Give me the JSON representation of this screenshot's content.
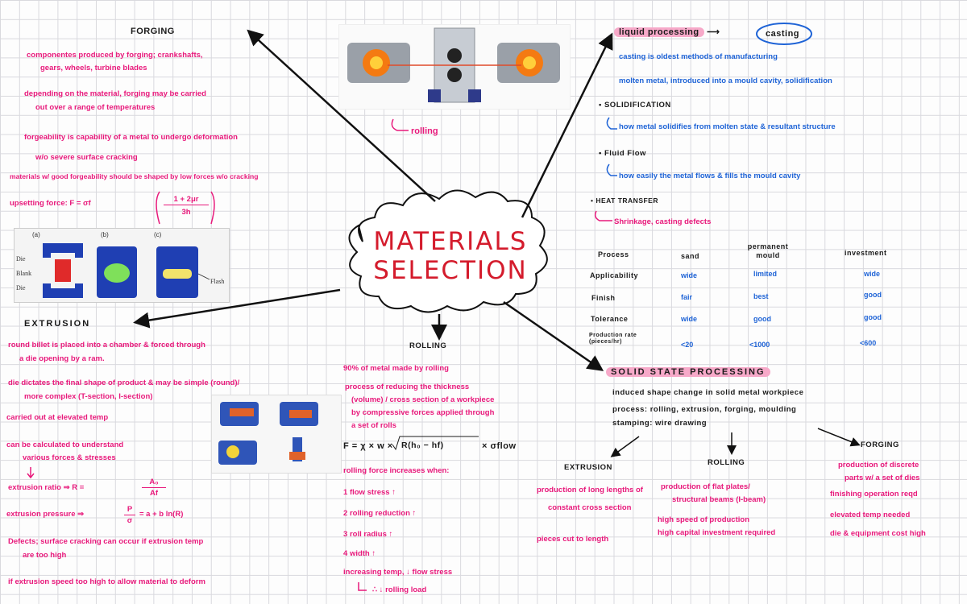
{
  "center": {
    "line1": "MATERIALS",
    "line2": "SELECTION"
  },
  "forging": {
    "title": "FORGING",
    "items": [
      "componentes produced by forging; crankshafts,",
      "gears, wheels, turbine blades",
      "depending on the material, forging may be carried",
      "out over a range of temperatures",
      "forgeability is capability of a metal to undergo deformation",
      "w/o severe surface cracking",
      "materials w/ good forgeability should be shaped by low forces w/o cracking",
      "upsetting force: F = σf"
    ],
    "formula_num": "1 + 2μr",
    "formula_den": "3h",
    "fig_labels": [
      "(a)",
      "(b)",
      "(c)"
    ],
    "fig_die_top": "Die",
    "fig_blank": "Blank",
    "fig_die_bottom": "Die",
    "fig_flash": "Flash"
  },
  "rolling_image_label": "rolling",
  "liquid": {
    "title": "liquid processing",
    "casting": "casting",
    "items": [
      "casting is oldest methods of manufacturing",
      "molten metal, introduced into a mould cavity, solidification"
    ],
    "solid_title": "SOLIDIFICATION",
    "solid_desc": "how metal solidifies from molten state & resultant structure",
    "flow_title": "Fluid Flow",
    "flow_desc": "how easily the metal flows & fills the mould cavity",
    "heat_title": "HEAT TRANSFER",
    "heat_desc": "Shrinkage, casting defects"
  },
  "table": {
    "headers": [
      "Process",
      "sand",
      "permanent mould",
      "investment"
    ],
    "rows": [
      [
        "Applicability",
        "wide",
        "limited",
        "wide"
      ],
      [
        "Finish",
        "fair",
        "best",
        "good"
      ],
      [
        "Tolerance",
        "wide",
        "good",
        "good"
      ],
      [
        "Production rate (pieces/hr)",
        "<20",
        "<1000",
        "<600"
      ]
    ]
  },
  "solid_state": {
    "title": "SOLID STATE PROCESSING",
    "items": [
      "induced shape change in solid metal workpiece",
      "process: rolling, extrusion, forging, moulding",
      "stamping: wire drawing"
    ],
    "extrusion": {
      "title": "EXTRUSION",
      "items": [
        "production of long lengths of",
        "constant cross section",
        "pieces cut to length"
      ]
    },
    "rolling": {
      "title": "ROLLING",
      "items": [
        "production of flat plates/",
        "structural beams (I-beam)",
        "high speed of production",
        "high capital investment required"
      ]
    },
    "forging": {
      "title": "FORGING",
      "items": [
        "production of discrete",
        "parts w/ a set of dies",
        "finishing operation reqd",
        "elevated temp needed",
        "die & equipment cost high"
      ]
    }
  },
  "extrusion": {
    "title": "EXTRUSION",
    "items": [
      "round billet is placed into a chamber & forced through",
      "a die opening by a ram.",
      "die dictates the final shape of product & may be simple (round)/",
      "more complex (T-section, I-section)",
      "carried out at elevated temp",
      "can be calculated to understand",
      "various forces & stresses",
      "extrusion ratio ⇒ R =",
      "extrusion pressure ⇒",
      "= a + b ln(R)",
      "Defects; surface cracking can occur if extrusion temp",
      "are too high",
      "if extrusion speed too high to allow material to deform"
    ],
    "ratio_num": "A₀",
    "ratio_den": "Af",
    "press_num": "P",
    "press_den": "σ"
  },
  "rolling": {
    "title": "ROLLING",
    "items": [
      "90% of metal made by rolling",
      "process of reducing the thickness",
      "(volume) / cross section of a workpiece",
      "by compressive forces applied through",
      "a set of rolls",
      "F = χ × w ×",
      "R(h₀ − hf)",
      "× σflow",
      "rolling force increases when:",
      "flow stress ↑",
      "rolling reduction ↑",
      "roll radius ↑",
      "width ↑",
      "increasing temp, ↓ flow stress",
      "∴ ↓ rolling load"
    ],
    "bullets": [
      "1",
      "2",
      "3",
      "4"
    ]
  },
  "colors": {
    "pink": "#e8197b",
    "blue": "#1e63d6",
    "red": "#d11a2a",
    "highlight": "#f7a9c9"
  }
}
